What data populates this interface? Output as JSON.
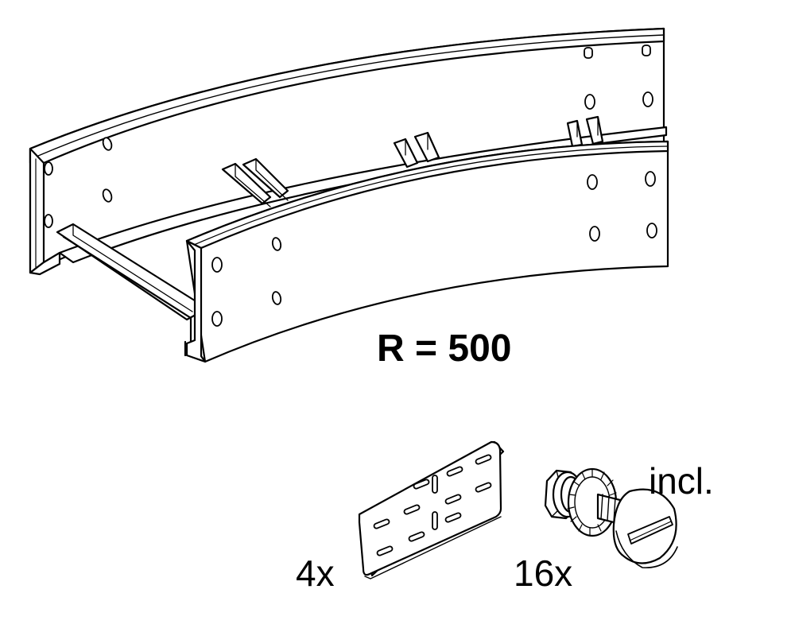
{
  "labels": {
    "radius": "R = 500",
    "plate_quantity": "4x",
    "bolt_quantity": "16x",
    "included": "incl."
  },
  "colors": {
    "line": "#000000",
    "fill": "#ffffff"
  },
  "items": [
    {
      "name": "cable-ladder-bend",
      "icon": "ladder-bend-icon"
    },
    {
      "name": "connector-plate",
      "icon": "connector-plate-icon"
    },
    {
      "name": "bolt-with-nut",
      "icon": "bolt-nut-icon"
    }
  ]
}
